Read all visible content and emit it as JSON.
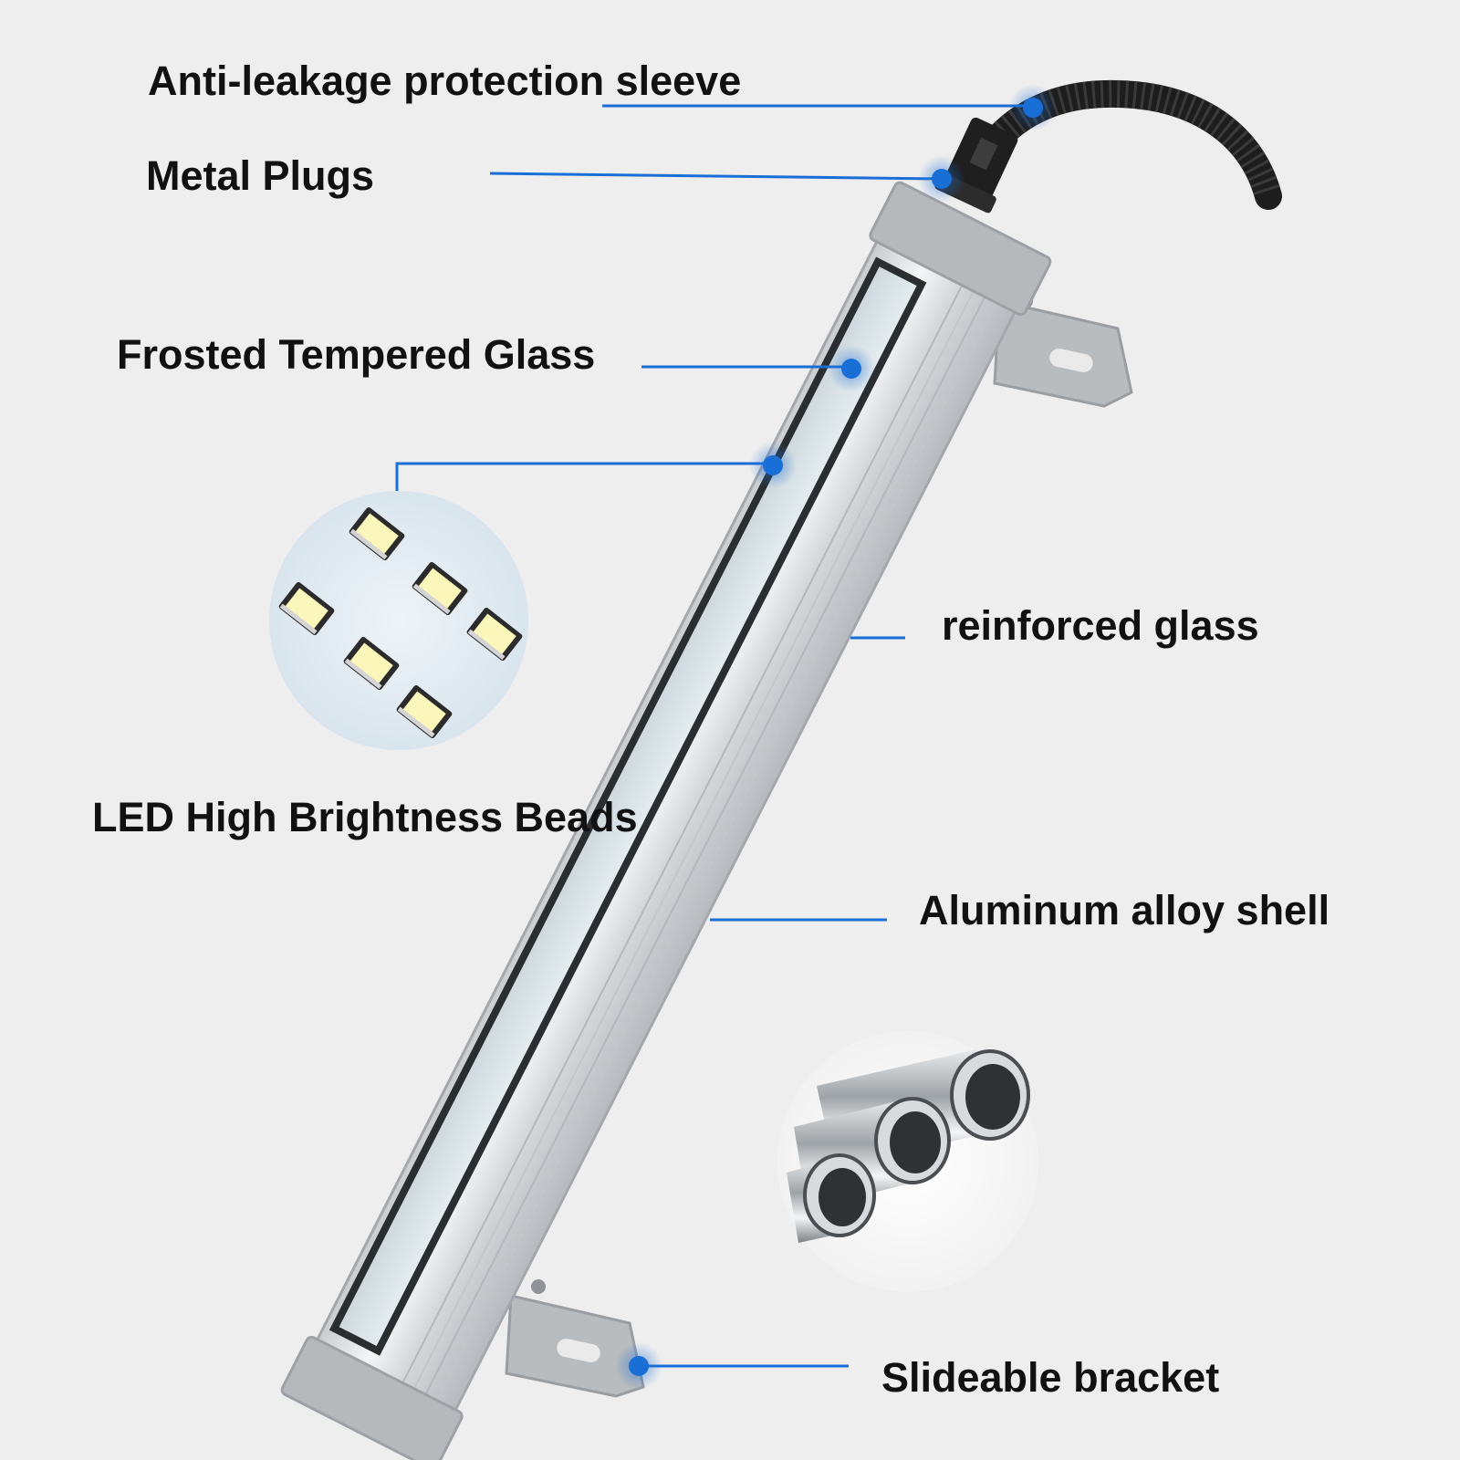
{
  "background_color": "#eeeeee",
  "accent_color": "#1a6fd6",
  "callouts": {
    "sleeve": "Anti-leakage protection sleeve",
    "plugs": "Metal Plugs",
    "frosted_glass": "Frosted Tempered Glass",
    "led_beads": "LED High Brightness Beads",
    "reinforced_glass": "reinforced glass",
    "shell": "Aluminum alloy shell",
    "bracket": "Slideable bracket"
  },
  "insets": {
    "led_beads_icon": "led-chip-icon",
    "led_bead_count": 6,
    "tubes_icon": "aluminum-tube-icon",
    "tube_count": 3
  }
}
